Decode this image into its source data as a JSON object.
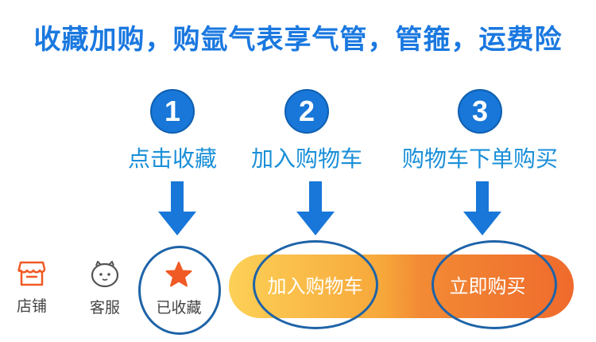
{
  "headline": "收藏加购，购氩气表享气管，管箍，运费险",
  "steps": [
    {
      "number": "1",
      "label": "点击收藏"
    },
    {
      "number": "2",
      "label": "加入购物车"
    },
    {
      "number": "3",
      "label": "购物车下单购买"
    }
  ],
  "bottom_bar": {
    "store_label": "店铺",
    "service_label": "客服",
    "favorited_label": "已收藏",
    "add_to_cart_label": "加入购物车",
    "buy_now_label": "立即购买"
  },
  "colors": {
    "headline": "#1a78e0",
    "step_badge": "#1877d8",
    "arrow": "#1877d8",
    "star": "#f05a24",
    "highlight_circle": "#1d63a8",
    "pill_start": "#fcd056",
    "pill_end": "#ef6a2c"
  },
  "icons": {
    "store": "store-icon",
    "service": "chat-face-icon",
    "favorite": "star-icon"
  }
}
